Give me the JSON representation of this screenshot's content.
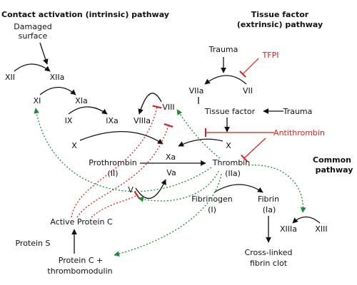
{
  "headings": {
    "intrinsic": "Contact activation (intrinsic) pathway",
    "extrinsic_line1": "Tissue factor",
    "extrinsic_line2": "(extrinsic) pathway",
    "common_line1": "Common",
    "common_line2": "pathway"
  },
  "nodes": {
    "damaged_surface_line1": "Damaged",
    "damaged_surface_line2": "surface",
    "xii": "XII",
    "xiia": "XIIa",
    "xi": "XI",
    "xia": "XIa",
    "ix": "IX",
    "ixa": "IXa",
    "viiia": "VIIIa",
    "viii": "VIII",
    "trauma_top": "Trauma",
    "tfpi": "TFPI",
    "viia": "VIIa",
    "vii": "VII",
    "tissue_factor": "Tissue factor",
    "trauma_right": "Trauma",
    "x_left": "X",
    "x_right": "X",
    "antithrombin": "Antithrombin",
    "xa": "Xa",
    "prothrombin_line1": "Prothrombin",
    "prothrombin_line2": "(II)",
    "thrombin_line1": "Thrombin",
    "thrombin_line2": "(IIa)",
    "va": "Va",
    "v": "V",
    "fibrinogen_line1": "Fibrinogen",
    "fibrinogen_line2": "(I)",
    "fibrin_line1": "Fibrin",
    "fibrin_line2": "(Ia)",
    "xiiia": "XIIIa",
    "xiii": "XIII",
    "clot_line1": "Cross-linked",
    "clot_line2": "fibrin clot",
    "active_protein_c": "Active Protein C",
    "protein_s": "Protein S",
    "protein_c_line1": "Protein C +",
    "protein_c_line2": "thrombomodulin"
  },
  "colors": {
    "text": "#111111",
    "inhibitor": "#d42020",
    "feedback": "#1d8a3a"
  }
}
